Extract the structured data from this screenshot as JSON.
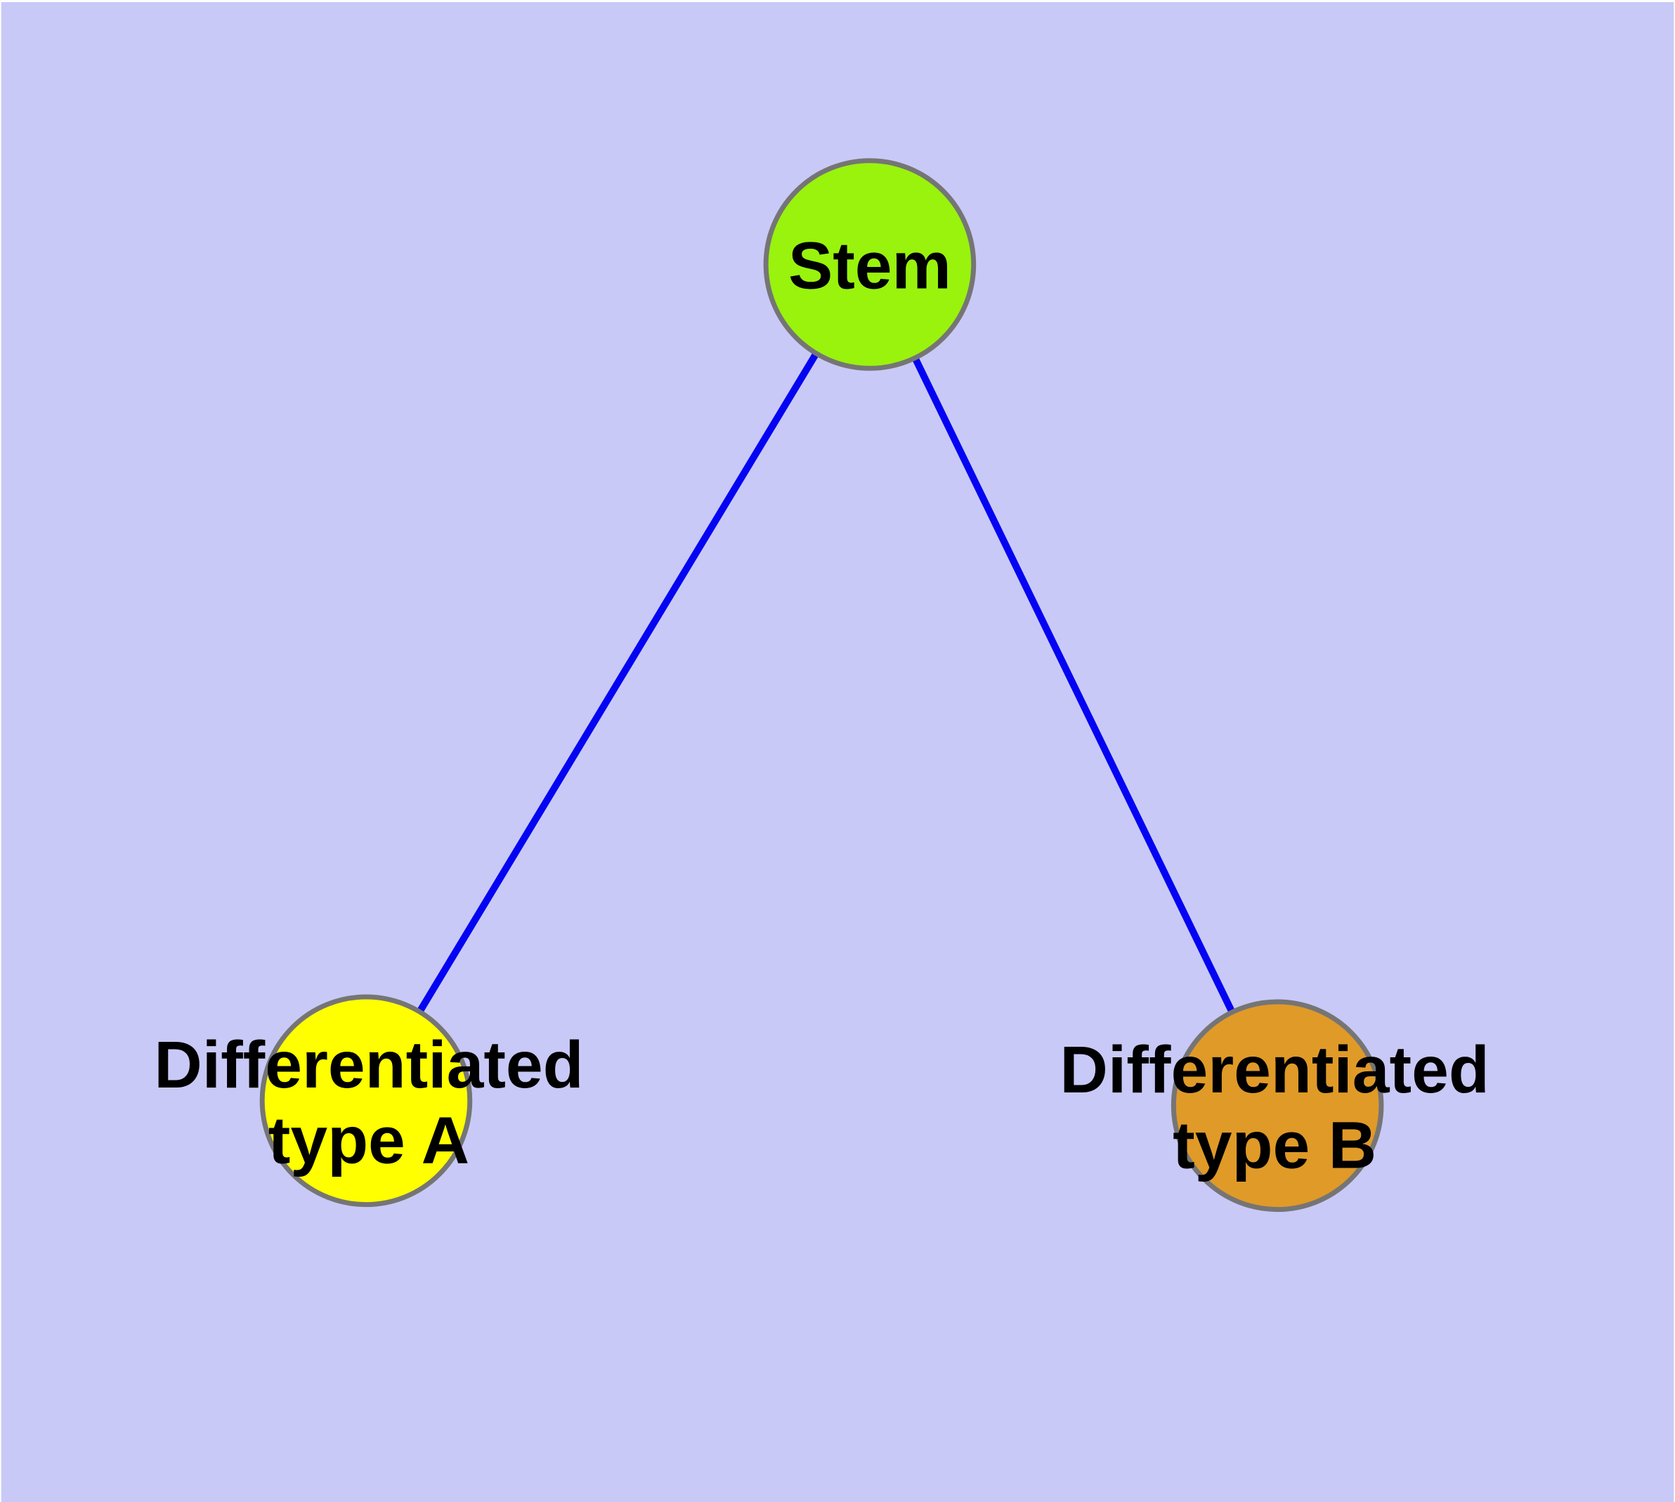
{
  "diagram": {
    "kind": "node-link-graph",
    "background_color": "#C9C9F7",
    "top_edge_color": "#FDFDFE",
    "edge_color": "#0404F2",
    "node_border_color": "#757575",
    "label_color": "#000000",
    "nodes": {
      "stem": {
        "label": "Stem",
        "fill": "#99F30D"
      },
      "type_a": {
        "label_line1": "Differentiated",
        "label_line2": "type A",
        "fill": "#FFFF00"
      },
      "type_b": {
        "label_line1": "Differentiated",
        "label_line2": "type B",
        "fill": "#E09A28"
      }
    },
    "edges": [
      {
        "from": "Stem",
        "to": "Differentiated type A"
      },
      {
        "from": "Stem",
        "to": "Differentiated type B"
      }
    ]
  }
}
